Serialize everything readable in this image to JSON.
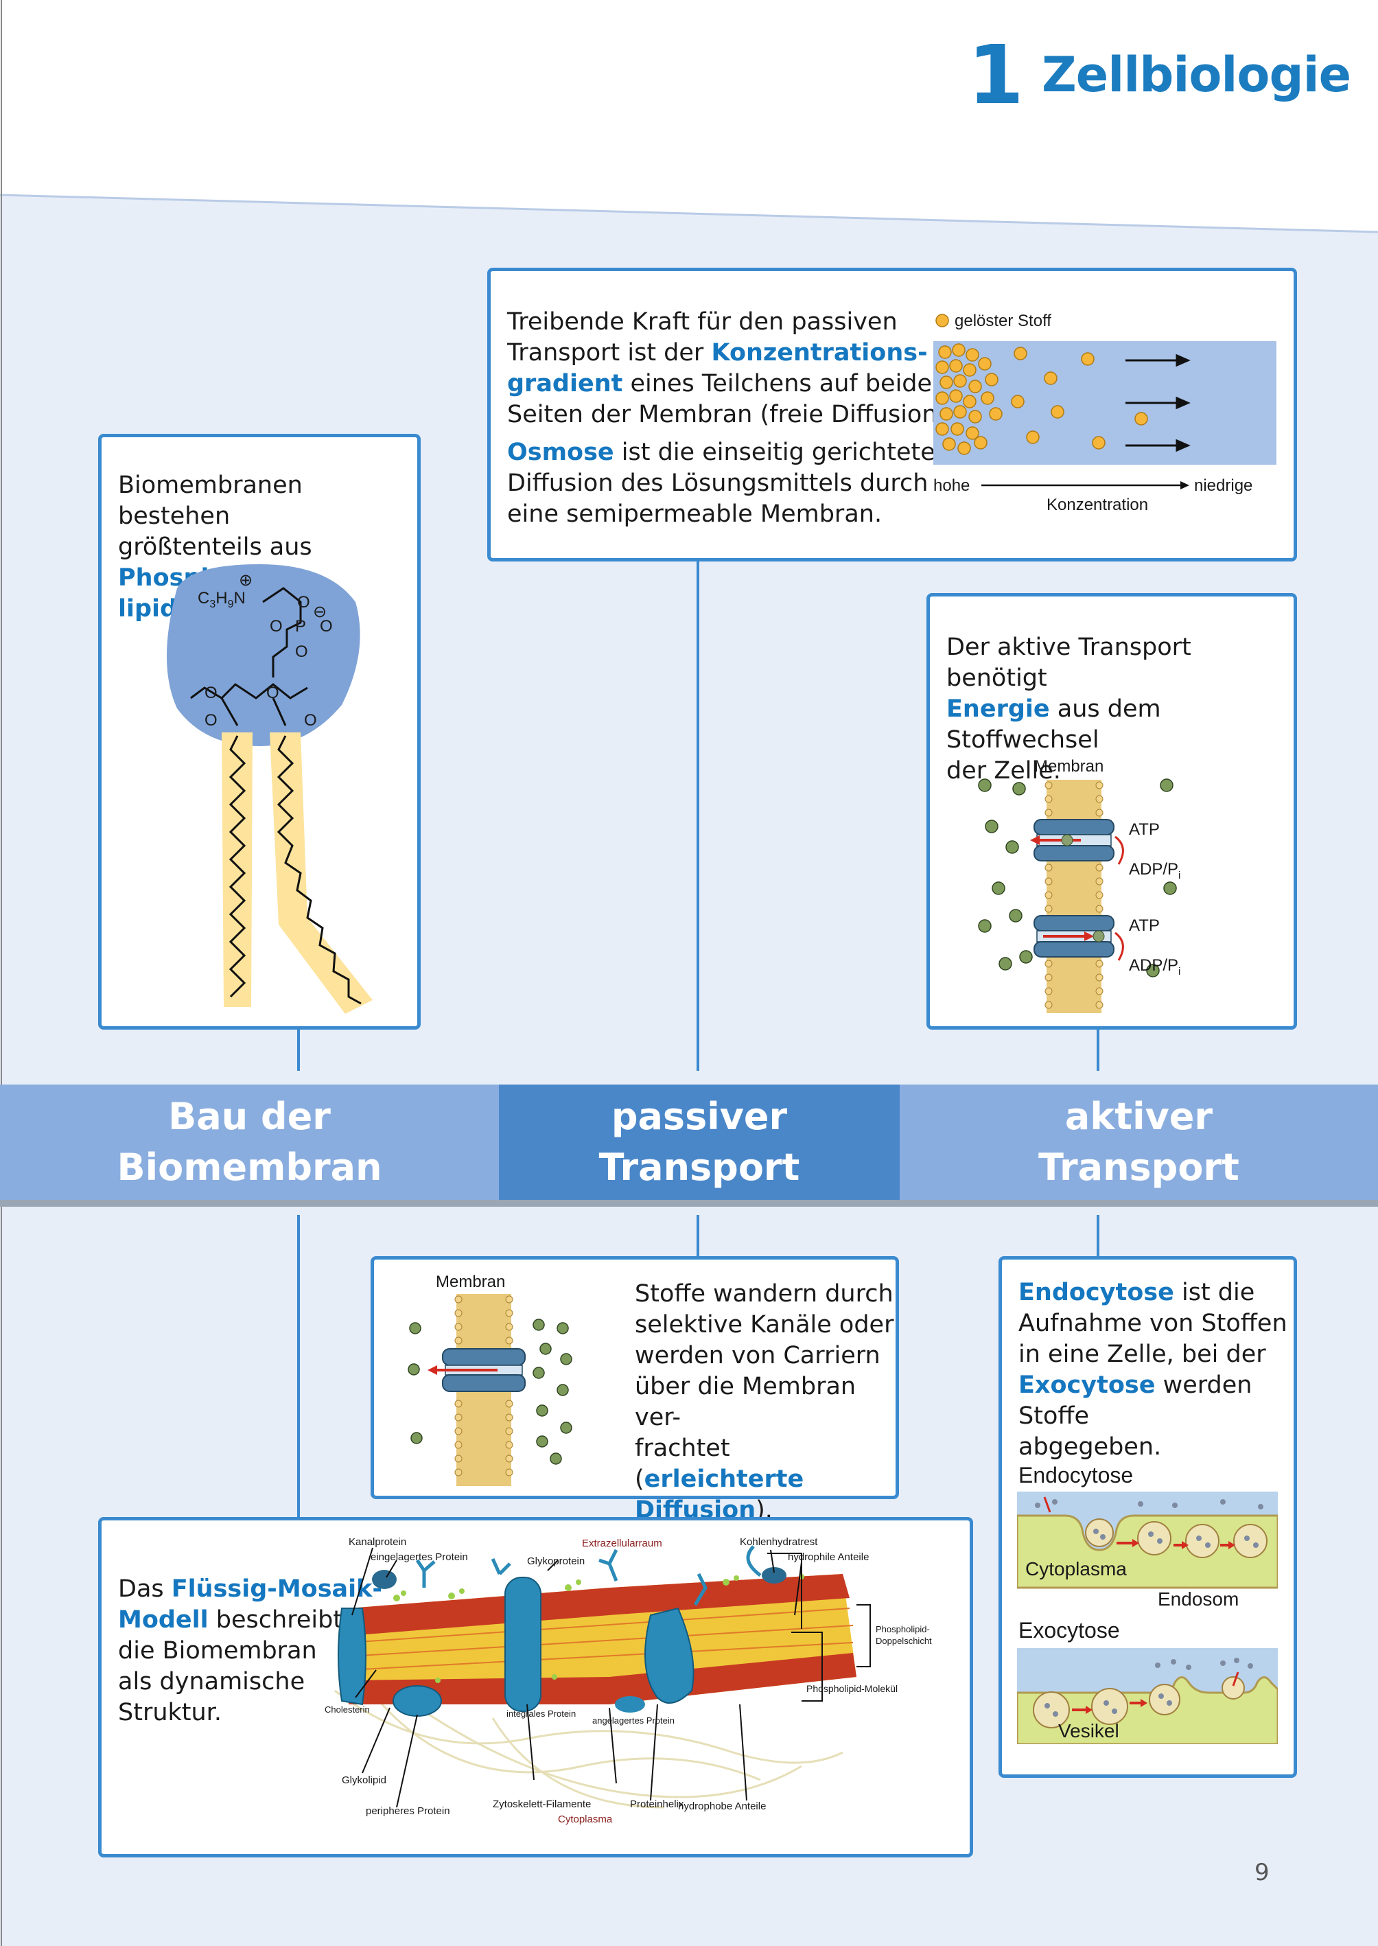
{
  "header": {
    "chapter_number": "1",
    "chapter_title": "Zellbiologie"
  },
  "page_number": "9",
  "colors": {
    "accent": "#1c7cc0",
    "background_panel": "#e8eef8",
    "band_light": "#8aaddf",
    "band_dark": "#4a87c9"
  },
  "band": {
    "left": [
      "Bau der",
      "Biomembran"
    ],
    "center": [
      "passiver",
      "Transport"
    ],
    "right": [
      "aktiver",
      "Transport"
    ]
  },
  "bau_box": {
    "text_1": "Biomembranen bestehen",
    "text_2": "größtenteils aus ",
    "highlight_1": "Phospho-",
    "highlight_2": "lipiden",
    "text_3": ".",
    "molecule": {
      "label_c3h9n": "C",
      "sub_3": "3",
      "h": "H",
      "sub_9": "9",
      "n": "N",
      "o": "O",
      "p": "P",
      "plus": "⊕",
      "minus": "⊖"
    }
  },
  "passive_top_box": {
    "line_1": "Treibende Kraft für den passiven",
    "line_2_a": "Transport ist der ",
    "line_2_b": "Konzentrations-",
    "line_3_a": "gradient",
    "line_3_b": " eines Teilchens auf beiden",
    "line_4": "Seiten der Membran (freie Diffusion).",
    "line_5_a": "Osmose",
    "line_5_b": " ist die einseitig gerichtete",
    "line_6": "Diffusion des Lösungsmittels durch",
    "line_7": "eine semipermeable Membran.",
    "diagram": {
      "legend": "gelöster Stoff",
      "left_label": "hohe",
      "right_label": "niedrige",
      "axis_label": "Konzentration"
    }
  },
  "active_top_box": {
    "line_1": "Der aktive Transport benötigt",
    "line_2_a": "Energie",
    "line_2_b": " aus dem Stoffwechsel",
    "line_3": "der Zelle.",
    "diagram": {
      "membrane_label": "Membran",
      "atp_1": "ATP",
      "adp_1": "ADP/P",
      "atp_2": "ATP",
      "adp_2": "ADP/P",
      "sub_i": "i"
    }
  },
  "passive_bottom_box": {
    "line_1": "Stoffe wandern durch",
    "line_2": "selektive Kanäle oder",
    "line_3": "werden von Carriern",
    "line_4": "über die Membran ver-",
    "line_5_a": "frachtet (",
    "line_5_b": "erleichterte",
    "line_6_a": "Diffusion",
    "line_6_b": ").",
    "diagram": {
      "membrane_label": "Membran"
    }
  },
  "active_bottom_box": {
    "line_1_a": "Endocytose",
    "line_1_b": " ist die",
    "line_2": "Aufnahme von Stoffen",
    "line_3": "in eine Zelle, bei der",
    "line_4_a": "Exocytose",
    "line_4_b": " werden Stoffe",
    "line_5": "abgegeben.",
    "endocytose_title": "Endocytose",
    "cytoplasma_label": "Cytoplasma",
    "endosom_label": "Endosom",
    "exocytose_title": "Exocytose",
    "vesikel_label": "Vesikel"
  },
  "mosaic_box": {
    "line_1_a": "Das ",
    "line_1_b": "Flüssig-Mosaik-",
    "line_2_a": "Modell",
    "line_2_b": " beschreibt",
    "line_3": "die Biomembran",
    "line_4": "als dynamische",
    "line_5": "Struktur.",
    "labels": {
      "kanalprotein": "Kanalprotein",
      "eingelagertes_protein": "eingelagertes Protein",
      "glykoprotein": "Glykoprotein",
      "extrazellularraum": "Extrazellularraum",
      "kohlenhydratrest": "Kohlenhydratrest",
      "hydrophile_anteile": "hydrophile Anteile",
      "phospholipid_doppelschicht_1": "Phospholipid-",
      "phospholipid_doppelschicht_2": "Doppelschicht",
      "phospholipid_molekuel": "Phospholipid-Molekül",
      "cholesterin": "Cholesterin",
      "integrales_protein": "integrales Protein",
      "angelagertes_protein": "angelagertes Protein",
      "glykolipid": "Glykolipid",
      "peripheres_protein": "peripheres Protein",
      "zytoskelett": "Zytoskelett-Filamente",
      "proteinhelix": "Proteinhelix",
      "hydrophobe_anteile": "hydrophobe Anteile",
      "cytoplasma": "Cytoplasma"
    }
  }
}
